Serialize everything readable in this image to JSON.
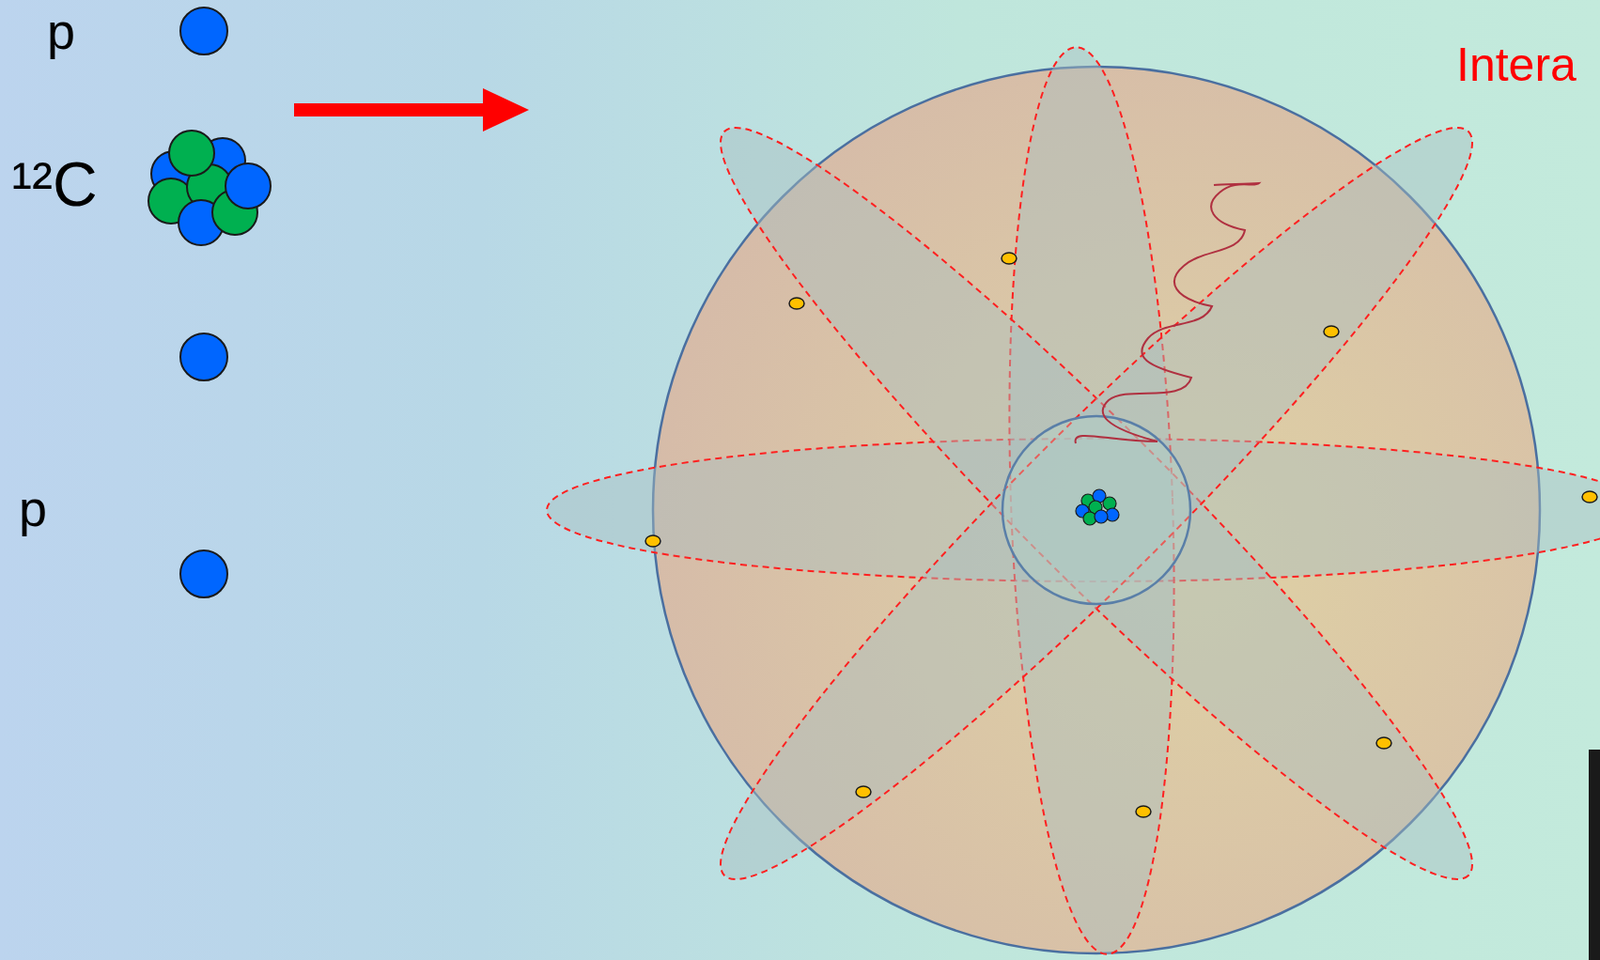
{
  "diagram": {
    "labels": [
      "p",
      "¹²C",
      "p",
      "Intera"
    ]
  }
}
